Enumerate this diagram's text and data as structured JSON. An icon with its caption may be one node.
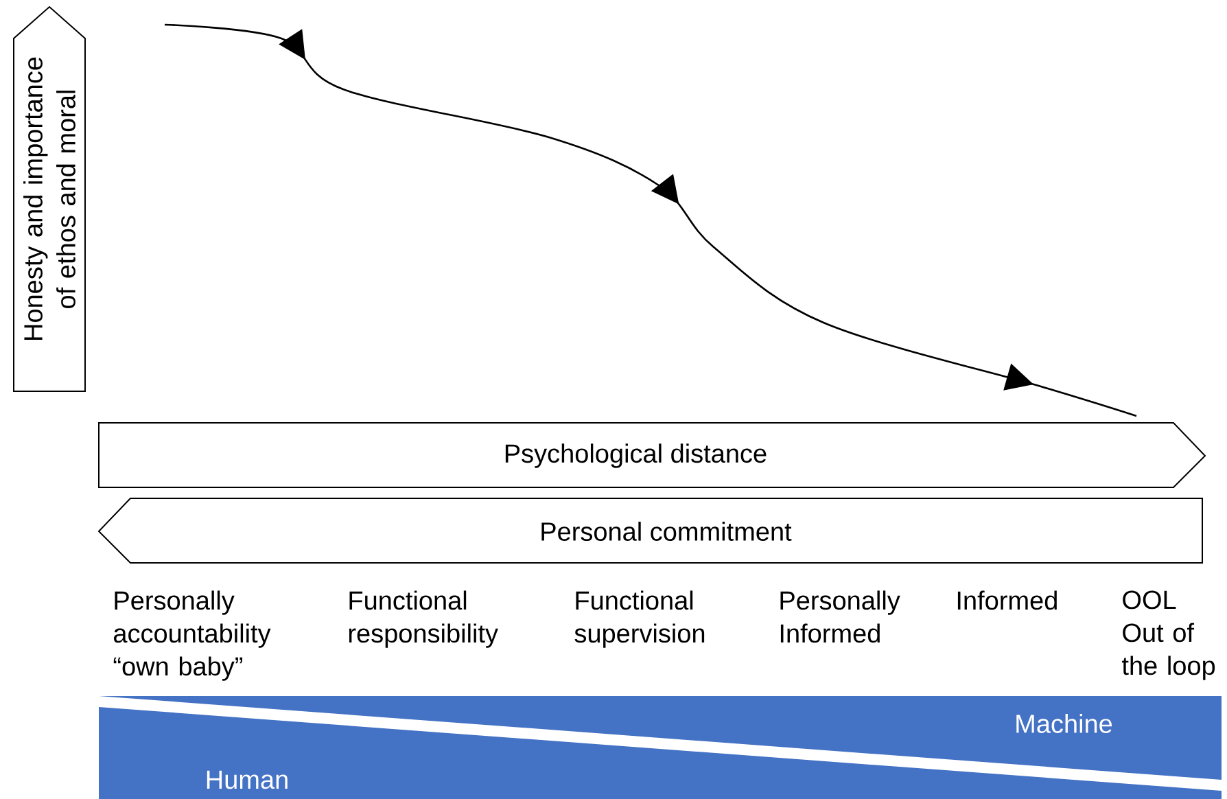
{
  "diagram": {
    "nodes": [
      {
        "text": [
          "Honesty and importance of ethos and moral"
        ]
      },
      {
        "text": [
          "Psychological distance"
        ]
      },
      {
        "text": [
          "Personal commitment"
        ]
      },
      {
        "text": [
          "Machine"
        ]
      },
      {
        "text": [
          "Human"
        ]
      }
    ],
    "labels": [
      "Personally accountability “own baby”",
      "Functional responsibility",
      "Functional supervision",
      "Personally Informed",
      "Informed",
      "OOL Out of the loop"
    ]
  }
}
